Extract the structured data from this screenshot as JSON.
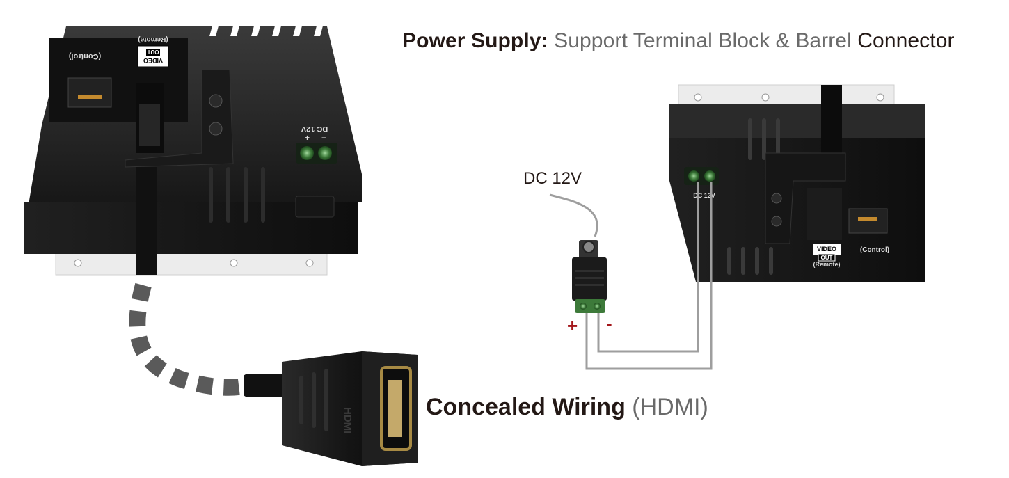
{
  "captions": {
    "power_supply": {
      "bold": "Power Supply",
      "colon": ":",
      "support": " Support Terminal Block & Barrel ",
      "connector": "Connector"
    },
    "concealed_wiring": {
      "bold": "Concealed Wiring",
      "hdmi": " (HDMI)"
    }
  },
  "labels": {
    "dc_12v": "DC 12V",
    "plus": "+",
    "minus": "-"
  },
  "device_markings": {
    "video": "VIDEO",
    "out": "OUT",
    "remote": "(Remote)",
    "control": "(Control)",
    "dc12v": "DC 12V"
  },
  "colors": {
    "housing": "#1c1c1c",
    "bracket": "#e9e9e9",
    "polarity": "#a3161a",
    "wire": "#9e9e9e",
    "terminal_green": "#3d7a3a"
  }
}
